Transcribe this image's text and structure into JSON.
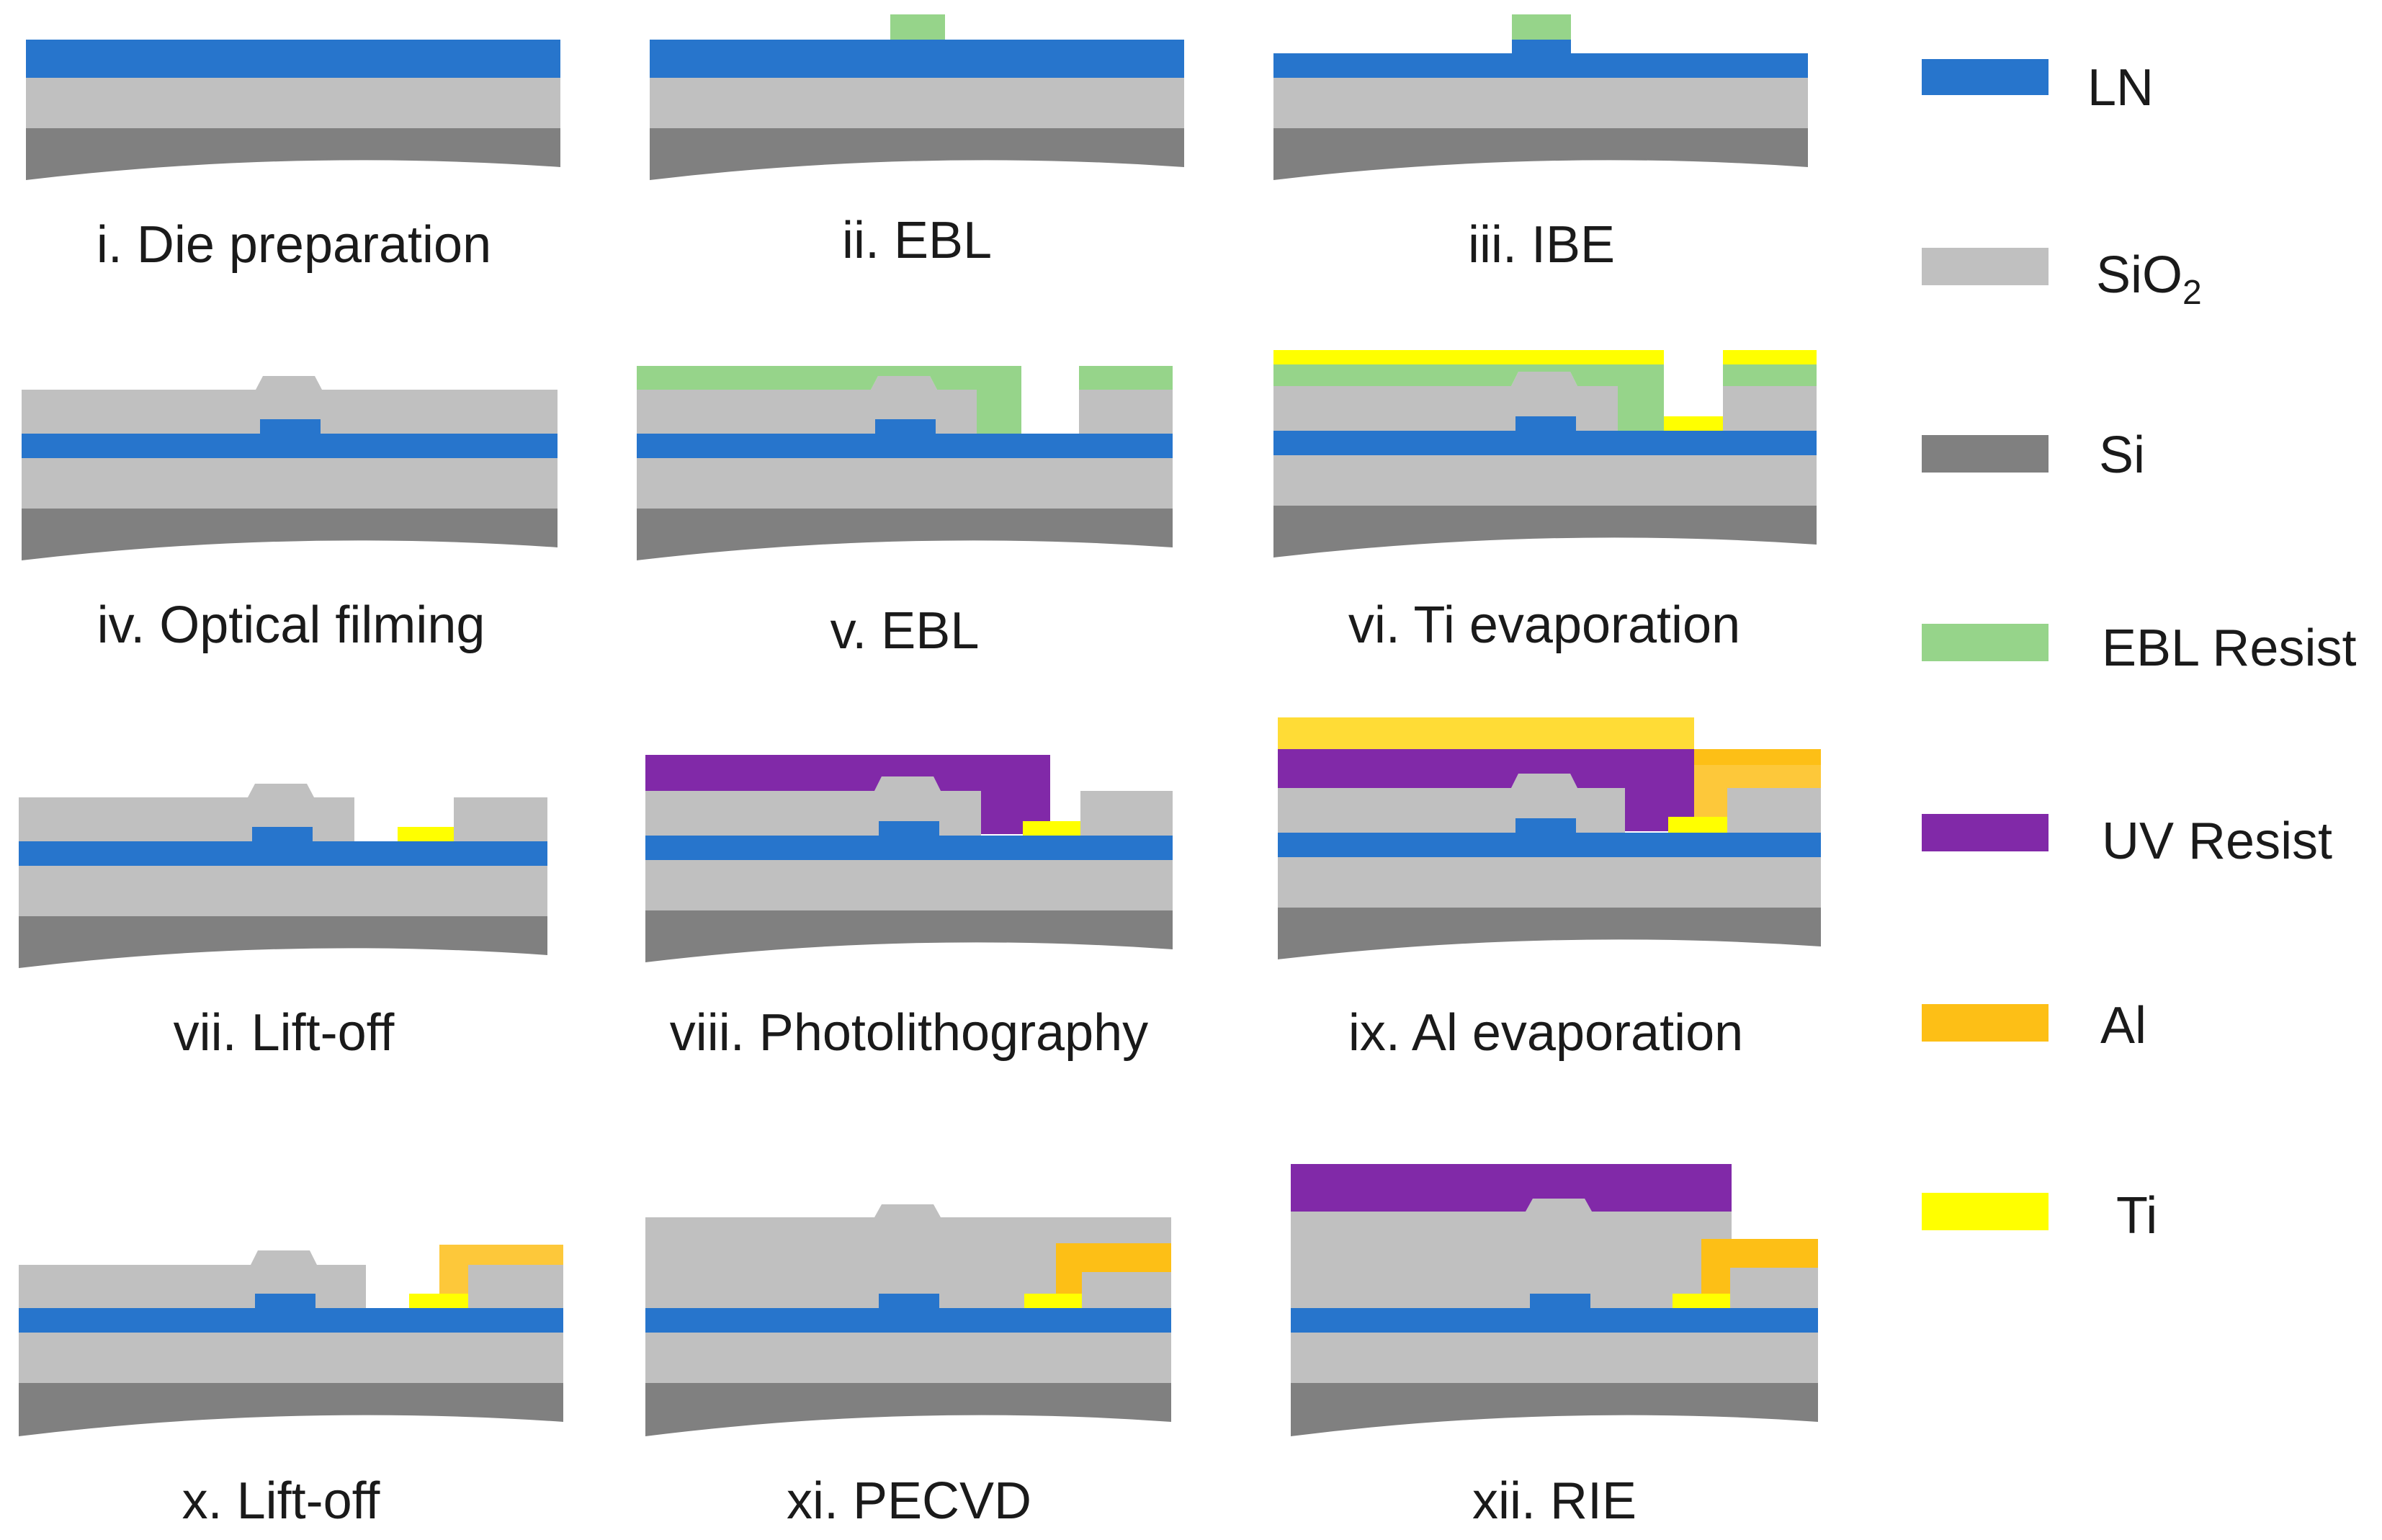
{
  "steps": [
    {
      "label": "i. Die preparation"
    },
    {
      "label": "ii. EBL"
    },
    {
      "label": "iii. IBE"
    },
    {
      "label": "iv. Optical filming"
    },
    {
      "label": "v. EBL"
    },
    {
      "label": "vi. Ti evaporation"
    },
    {
      "label": "vii. Lift-off"
    },
    {
      "label": "viii. Photolithography"
    },
    {
      "label": "ix. Al evaporation"
    },
    {
      "label": "x. Lift-off"
    },
    {
      "label": "xi. PECVD"
    },
    {
      "label": "xii. RIE"
    }
  ],
  "legend": [
    {
      "key": "ln",
      "label": "LN",
      "color": "#2775cc"
    },
    {
      "key": "sio2",
      "label": "SiO",
      "sub": "2",
      "color": "#c0c0c0"
    },
    {
      "key": "si",
      "label": "Si",
      "color": "#808080"
    },
    {
      "key": "ebl",
      "label": "EBL Resist",
      "color": "#96d48a"
    },
    {
      "key": "uv",
      "label": "UV Resist",
      "color": "#8129a8"
    },
    {
      "key": "al",
      "label": "Al",
      "color": "#fdbf16"
    },
    {
      "key": "ti",
      "label": "Ti",
      "color": "#ffff00"
    }
  ]
}
